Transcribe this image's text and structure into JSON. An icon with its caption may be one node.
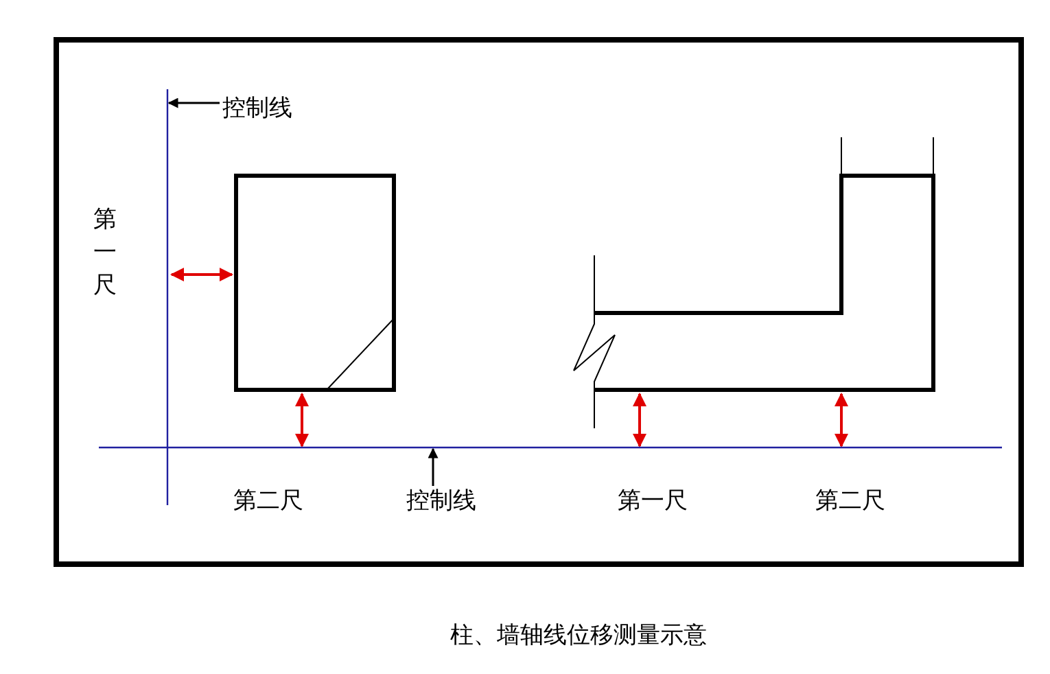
{
  "diagram": {
    "caption": "柱、墙轴线位移测量示意",
    "nodes": [
      {
        "text": [
          "控制线"
        ]
      },
      {
        "text": [],
        "shape": "line"
      },
      {
        "text": [
          "控制线"
        ]
      },
      {
        "text": [],
        "shape": "line"
      }
    ],
    "edges": [
      {
        "from": 0,
        "to": 1,
        "arrow": "to"
      },
      {
        "from": 2,
        "to": 3,
        "arrow": "to"
      }
    ],
    "labels": [
      "第一尺",
      "第二尺",
      "第一尺",
      "第二尺"
    ]
  }
}
